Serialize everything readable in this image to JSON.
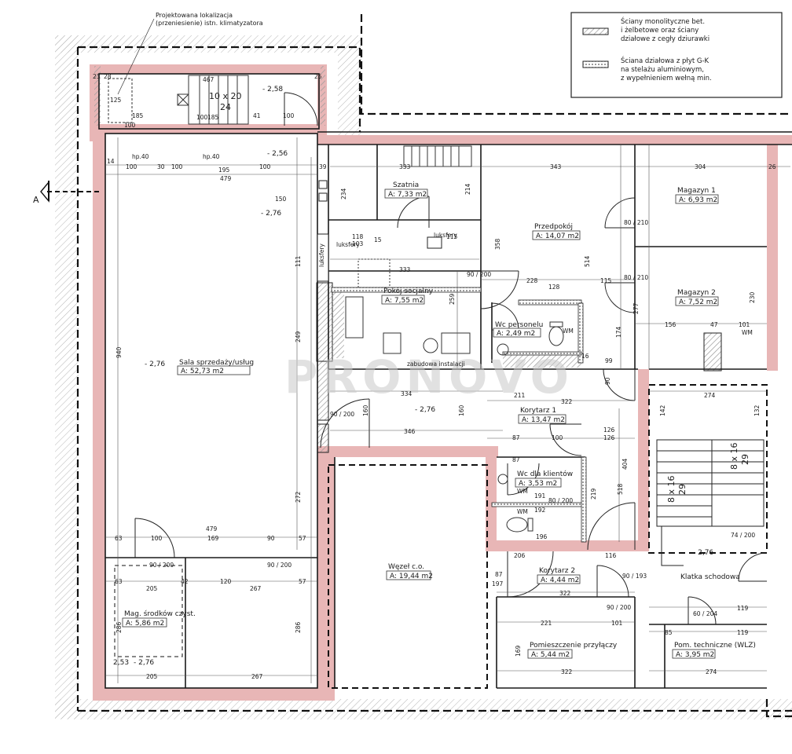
{
  "watermark": "PRONOVO",
  "legend": {
    "item1": [
      "Ściany monolityczne bet.",
      "i żelbetowe oraz ściany",
      "działowe z cegły dziurawki"
    ],
    "item2": [
      "Ściana działowa z płyt G-K",
      "na stelażu aluminiowym,",
      "z wypełnieniem wełną min."
    ]
  },
  "note_top": [
    "Projektowana lokalizacja",
    "(przeniesienie) istn. klimatyzatora"
  ],
  "section_marker": "A",
  "rooms": {
    "sala": {
      "name": "Sala sprzedaży/usług",
      "area": "A: 52,73 m2"
    },
    "szatnia": {
      "name": "Szatnia",
      "area": "A: 7,33 m2"
    },
    "przedpokoj": {
      "name": "Przedpokój",
      "area": "A: 14,07 m2"
    },
    "magazyn1": {
      "name": "Magazyn 1",
      "area": "A: 6,93 m2"
    },
    "magazyn2": {
      "name": "Magazyn 2",
      "area": "A: 7,52 m2"
    },
    "pokoj": {
      "name": "Pokój socjalny",
      "area": "A: 7,55 m2"
    },
    "wcp": {
      "name": "Wc personelu",
      "area": "A: 2,49 m2"
    },
    "korytarz1": {
      "name": "Korytarz 1",
      "area": "A: 13,47 m2"
    },
    "wck": {
      "name": "Wc dla klientów",
      "area": "A: 3,53 m2"
    },
    "wezel": {
      "name": "Węzeł c.o.",
      "area": "A: 19,44 m2"
    },
    "korytarz2": {
      "name": "Korytarz 2",
      "area": "A: 4,44 m2"
    },
    "pomprz": {
      "name": "Pomieszczenie przyłączy",
      "area": "A: 5,44 m2"
    },
    "pomtech": {
      "name": "Pom. techniczne (WLZ)",
      "area": "A: 3,95 m2"
    },
    "magsrod": {
      "name": "Mag. środków czyst.",
      "area": "A: 5,86 m2"
    },
    "klatka": {
      "name": "Klatka schodowa"
    }
  },
  "levels": {
    "l1": "- 2,58",
    "l2": "- 2,56",
    "l3": "- 2,76",
    "l4": "- 2,76",
    "l5": "- 2,76",
    "l6": "- 2,76",
    "l7": "2,53",
    "l8": "- 2,76"
  },
  "labels": {
    "hp1": "hp.40",
    "hp2": "hp.40",
    "luks1": "luksfery",
    "luks2": "luksfery",
    "luks3": "luksfery",
    "zabudowa": "zabudowa instalacji",
    "stairs_top": [
      "10 x 20",
      "24"
    ],
    "stairs_right": [
      "8 x 16",
      "29"
    ],
    "stairs_right2": [
      "8 x 16",
      "29"
    ],
    "wm1": "WM",
    "wm2": "WM",
    "wm3": "WM",
    "wm4": "WM"
  },
  "dims": {
    "d479a": "479",
    "d195": "195",
    "d100a": "100",
    "d30": "30",
    "d150": "150",
    "d14": "14",
    "d39": "39",
    "d333a": "333",
    "d343": "343",
    "d304": "304",
    "d26": "26",
    "d118": "118",
    "d103": "103",
    "d115a": "115",
    "d100b": "100",
    "d15": "15",
    "d333b": "333",
    "d228a": "228",
    "d115b": "115",
    "d128": "128",
    "d100c": "100",
    "d156": "156",
    "d47": "47",
    "d101a": "101",
    "d940": "940",
    "d111": "111",
    "d249": "249",
    "d272": "272",
    "d286a": "286",
    "d286b": "286",
    "d479b": "479",
    "d169": "169",
    "d90a": "90",
    "d57a": "57",
    "d63a": "63",
    "d100d": "100",
    "d205a": "205",
    "d42": "42",
    "d120": "120",
    "d267a": "267",
    "d57b": "57",
    "d63b": "63",
    "d205b": "205",
    "d267b": "267",
    "d334": "334",
    "d346": "346",
    "d160a": "160",
    "d211": "211",
    "d322a": "322",
    "d126a": "126",
    "d87a": "87",
    "d100e": "100",
    "d126b": "126",
    "d87b": "87",
    "d191": "191",
    "d192": "192",
    "d196": "196",
    "d274a": "274",
    "d142": "142",
    "d132": "132",
    "d322b": "322",
    "d221": "221",
    "d101b": "101",
    "d322c": "322",
    "d274b": "274",
    "d119a": "119",
    "d119b": "119",
    "d85": "85",
    "d116": "116",
    "d206": "206",
    "d197": "197",
    "d87c": "87",
    "d90200a": "90 / 200",
    "d90200b": "90 / 200",
    "d90200c": "90 / 200",
    "d90200d": "90 / 200",
    "d80210a": "80 / 210",
    "d80210b": "80 / 210",
    "d80200": "80 / 200",
    "d60204": "60 / 204",
    "d74200": "74 / 200",
    "d90193": "90 / 193",
    "d90200e": "90 / 200",
    "d185a": "185",
    "d100f": "100",
    "d185b": "185",
    "d41": "41",
    "d100g": "100",
    "d467": "467",
    "d23": "23",
    "d25": "25",
    "d100h": "100",
    "d28": "28",
    "d125": "125",
    "d514": "514",
    "d518": "518",
    "d219": "219",
    "d404": "404",
    "d174": "174",
    "d277": "277",
    "d259": "259",
    "d358": "358",
    "d234": "234",
    "d214": "214",
    "d230": "230",
    "d99": "99",
    "d16": "16",
    "d169b": "169",
    "d90b": "90",
    "d160b": "160"
  }
}
